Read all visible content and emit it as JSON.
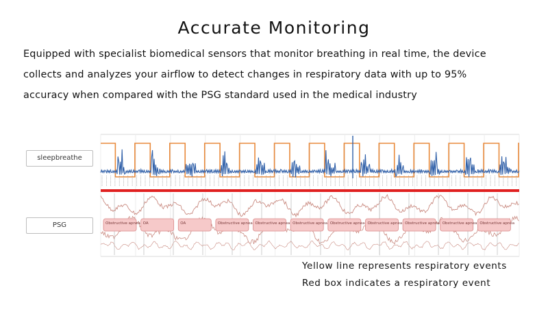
{
  "title": "Accurate Monitoring",
  "description": [
    "Equipped with specialist biomedical sensors that monitor breathing in real time, the device",
    "collects and analyzes your airflow to detect changes in respiratory data with up to 95%",
    "accuracy when compared with the PSG standard used in the medical industry"
  ],
  "labels": {
    "device": "sleepbreathe",
    "psg": "PSG"
  },
  "legend": [
    "Yellow line represents respiratory events",
    "Red box indicates a respiratory event"
  ],
  "colors": {
    "event_line": "#e8893a",
    "airflow": "#2f5fa8",
    "divider": "#e02020",
    "psg_wave": "#c98a80",
    "event_box_fill": "#f6c9c9",
    "event_box_stroke": "#d98888"
  },
  "chart_data": {
    "type": "line",
    "series": [],
    "event_blocks": 12,
    "psg_event_labels": [
      "Obstructive apnea",
      "OA",
      "OA",
      "Obstructive apnea",
      "Obstructive apnea",
      "Obstructive apnea",
      "Obstructive apnea",
      "Obstructive apnea",
      "Obstructive apnea",
      "Obstructive apnea",
      "Obstructive apnea"
    ],
    "grid": true,
    "legend": "bottom-right"
  }
}
